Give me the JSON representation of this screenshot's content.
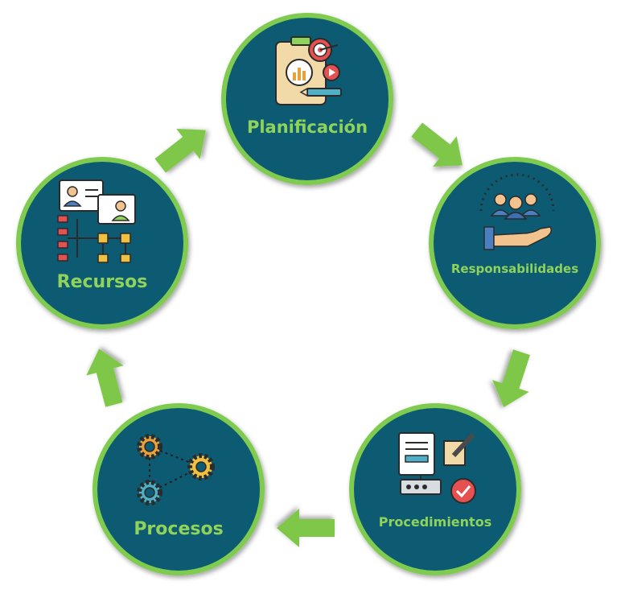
{
  "colors": {
    "circle_fill": "#0c5a73",
    "circle_ring": "#7fcb4f",
    "arrow": "#7fc74a",
    "label": "#8fd35a"
  },
  "nodes": [
    {
      "id": "planificacion",
      "label": "Planificación",
      "icon": "clipboard-target-icon"
    },
    {
      "id": "responsabilidades",
      "label": "Responsabilidades",
      "icon": "team-hand-icon"
    },
    {
      "id": "procedimientos",
      "label": "Procedimientos",
      "icon": "document-server-check-icon"
    },
    {
      "id": "procesos",
      "label": "Procesos",
      "icon": "gears-network-icon"
    },
    {
      "id": "recursos",
      "label": "Recursos",
      "icon": "people-org-chart-icon"
    }
  ]
}
